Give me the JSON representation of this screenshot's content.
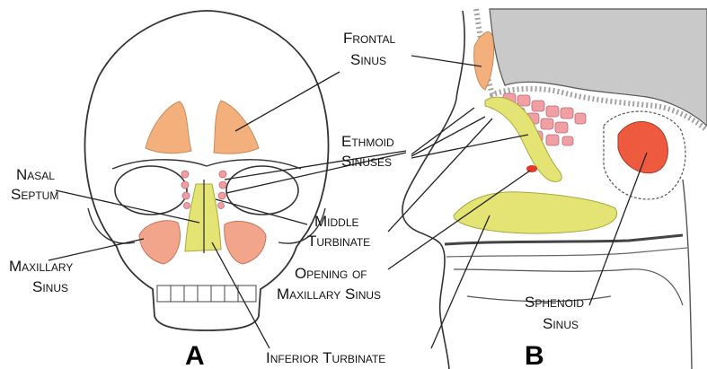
{
  "panels": {
    "a": {
      "letter": "A"
    },
    "b": {
      "letter": "B"
    }
  },
  "labels": {
    "frontal_1": "Frontal",
    "frontal_2": "Sinus",
    "ethmoid_1": "Ethmoid",
    "ethmoid_2": "Sinuses",
    "septum_1": "Nasal",
    "septum_2": "Septum",
    "middle_1": "Middle",
    "middle_2": "Turbinate",
    "maxillary_1": "Maxillary",
    "maxillary_2": "Sinus",
    "opening_1": "Opening of",
    "opening_2": "Maxillary Sinus",
    "sphenoid_1": "Sphenoid",
    "sphenoid_2": "Sinus",
    "inferior": "Inferior Turbinate"
  },
  "colors": {
    "frontal": "#f4b07c",
    "ethmoid": "#f0a0a4",
    "turbinate": "#e4e474",
    "maxillary": "#f2a58a",
    "sphenoid": "#ee5a3e",
    "brain": "#c9c9c9"
  }
}
